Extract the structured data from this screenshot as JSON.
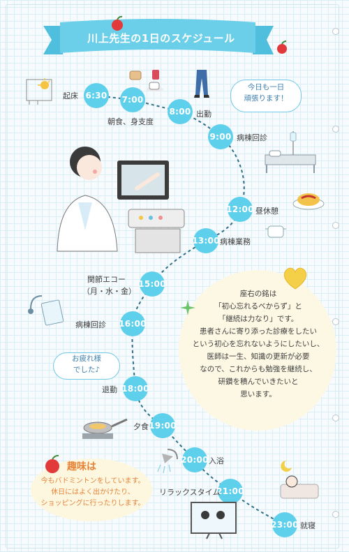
{
  "title": "川上先生の1日のスケジュール",
  "schedule": [
    {
      "time": "6:30",
      "label": "起床"
    },
    {
      "time": "7:00",
      "label": "朝食、身支度"
    },
    {
      "time": "8:00",
      "label": "出勤"
    },
    {
      "time": "9:00",
      "label": "病棟回診"
    },
    {
      "time": "12:00",
      "label": "昼休憩"
    },
    {
      "time": "13:00",
      "label": "病棟業務"
    },
    {
      "time": "15:00",
      "label": "関節エコー"
    },
    {
      "time": "16:00",
      "label": "病棟回診"
    },
    {
      "time": "18:00",
      "label": "退勤"
    },
    {
      "time": "19:00",
      "label": "夕食"
    },
    {
      "time": "20:00",
      "label": "入浴"
    },
    {
      "time": "21:00",
      "label": "リラックスタイム"
    },
    {
      "time": "23:00",
      "label": "就寝"
    }
  ],
  "echo_days": "（月・水・金）",
  "bubble_top": [
    "今日も一日",
    "頑張ります！"
  ],
  "bubble_mid": [
    "お疲れ様",
    "でした♪"
  ],
  "motto": [
    "座右の銘は",
    "「初心忘れるべからず」と",
    "「継続は力なり」です。",
    "患者さんに寄り添った診療をしたい",
    "という初心を忘れないようにしたいし、",
    "医師は一生、知識の更新が必要",
    "なので、これからも勉強を継続し、",
    "研鑽を積んでいきたいと",
    "思います。"
  ],
  "hobby_title": "趣味は",
  "hobby_text": [
    "今もバドミントンをしています。",
    "休日にはよく出かけたり、",
    "ショッピングに行ったりします。"
  ],
  "colors": {
    "dot": "#5fd0ec",
    "banner": "#6ccfe9",
    "dash": "#2f6f86",
    "apple": "#e23a3a"
  }
}
